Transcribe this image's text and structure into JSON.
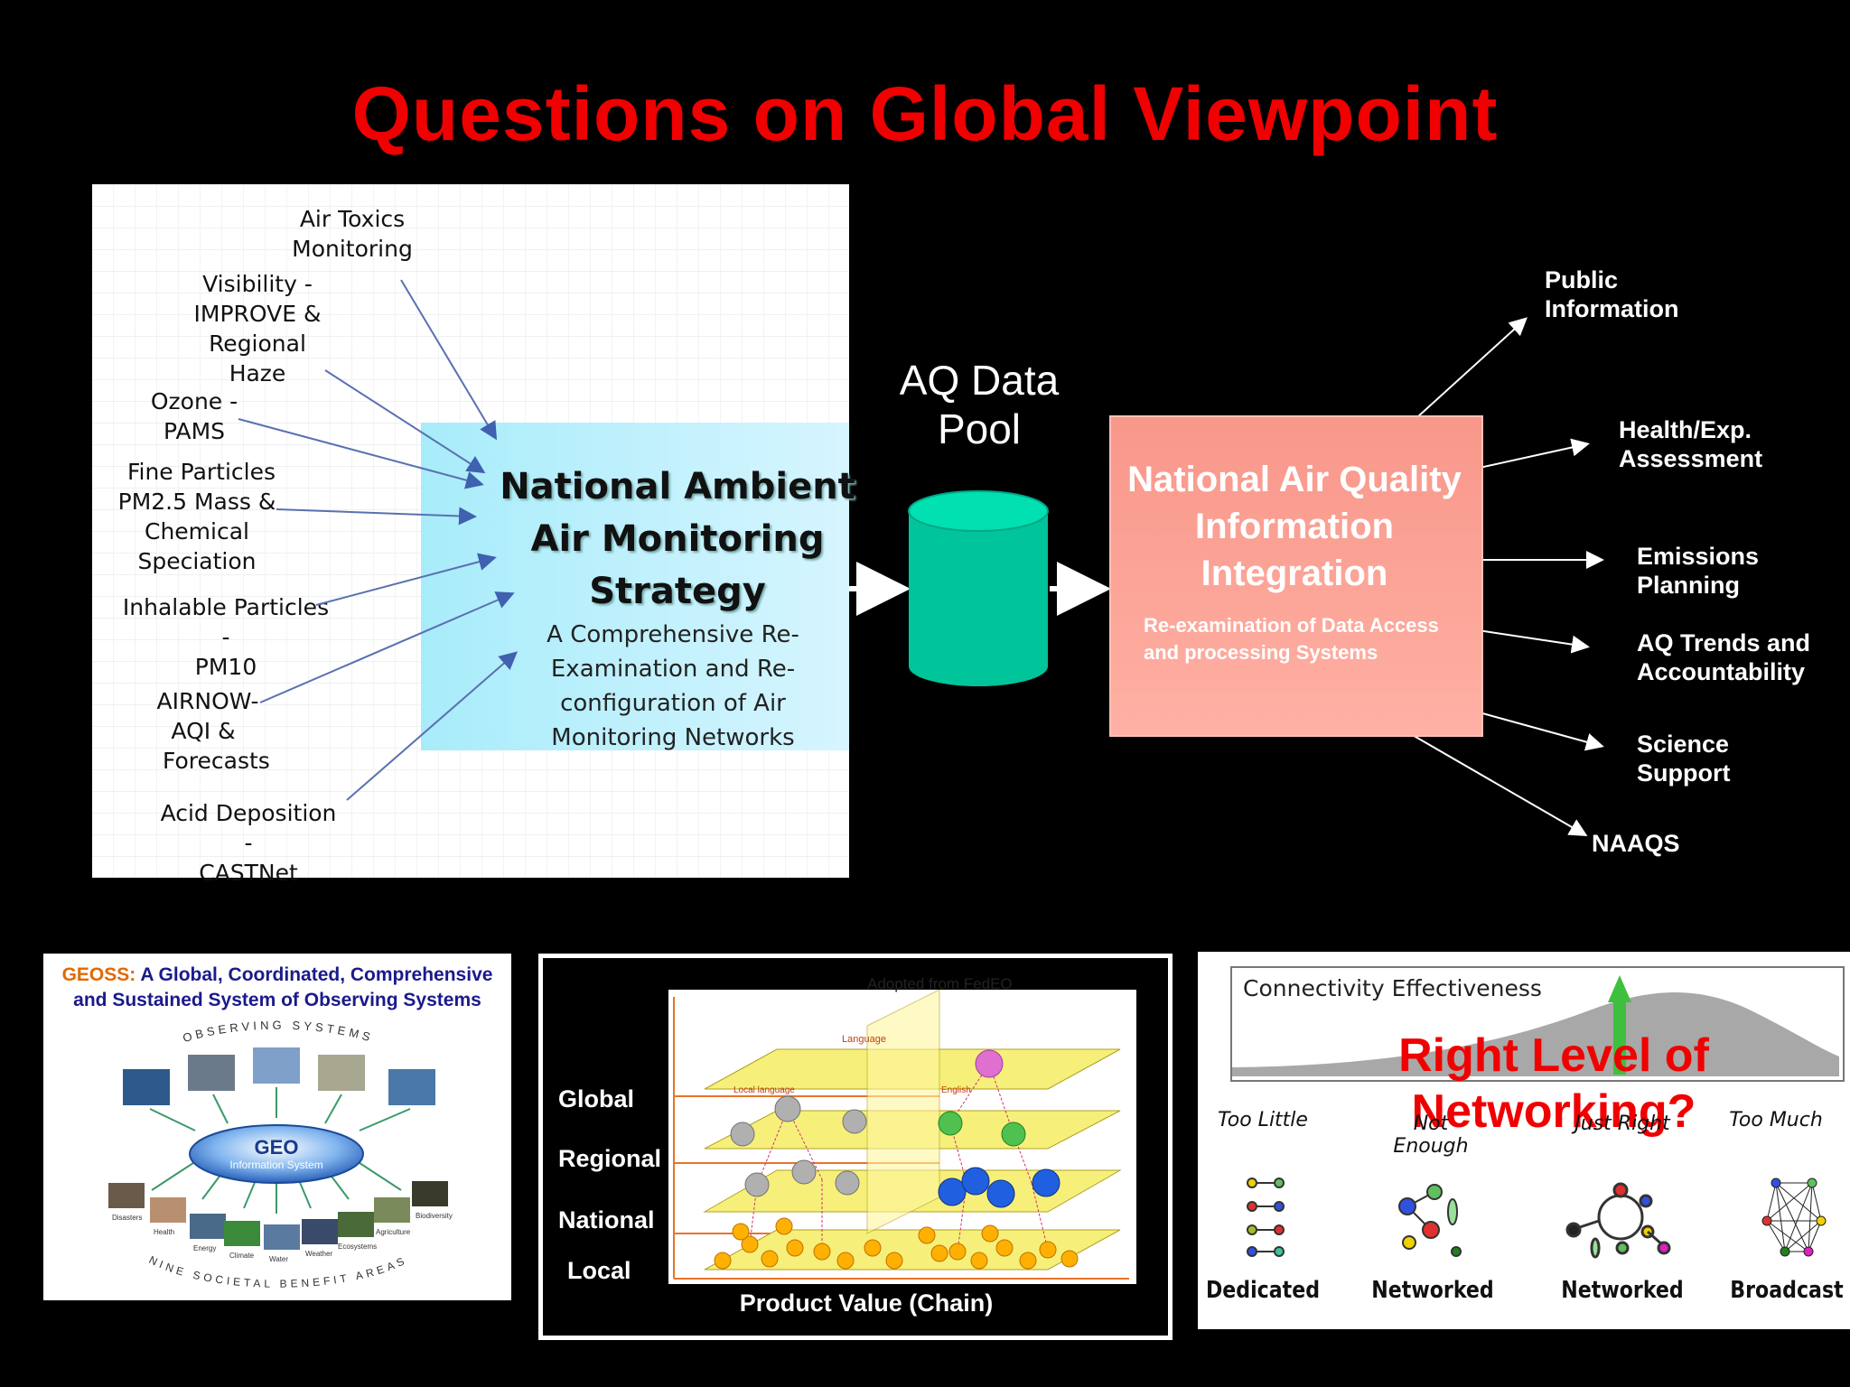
{
  "title": "Questions on Global Viewpoint",
  "monitoring": {
    "sources": [
      {
        "name": "Air Toxics",
        "detail": "Monitoring"
      },
      {
        "name": "Visibility",
        "detail": "IMPROVE & Regional Haze"
      },
      {
        "name": "Ozone",
        "detail": "PAMS"
      },
      {
        "name": "Fine Particles",
        "detail": "PM2.5 Mass & Chemical Speciation"
      },
      {
        "name": "Inhalable Particles",
        "detail": "PM10"
      },
      {
        "name": "AIRNOW",
        "detail": "AQI & Forecasts"
      },
      {
        "name": "Acid Deposition",
        "detail": "CASTNet"
      }
    ],
    "strategy_title": "National Ambient Air Monitoring Strategy",
    "strategy_subtitle": "A Comprehensive Re-Examination and Re-configuration of Air Monitoring Networks"
  },
  "data_pool_label": "AQ Data Pool",
  "integration": {
    "title": "National Air Quality Information Integration",
    "subtitle": "Re-examination of Data Access and processing Systems"
  },
  "outputs": [
    "Public Information",
    "Health/Exp. Assessment",
    "Emissions Planning",
    "AQ Trends and Accountability",
    "Science Support",
    "NAAQS"
  ],
  "geoss": {
    "highlight": "GEOSS:",
    "title": "A Global, Coordinated, Comprehensive and Sustained System of Observing Systems",
    "arc_top": "OBSERVING SYSTEMS",
    "center": "Information System",
    "logo": "GEO",
    "arc_bottom": "NINE SOCIETAL BENEFIT AREAS",
    "areas": [
      "Disasters",
      "Health",
      "Energy",
      "Climate",
      "Water",
      "Weather",
      "Ecosystems",
      "Agriculture",
      "Biodiversity"
    ]
  },
  "chain": {
    "note": "Adopted from FedEO",
    "levels": [
      "Global",
      "Regional",
      "National",
      "Local"
    ],
    "x_label": "Product Value (Chain)",
    "inner_labels": [
      "Language",
      "Local language",
      "English"
    ]
  },
  "networking": {
    "chart_title": "Connectivity Effectiveness",
    "question": "Right Level of Networking?",
    "levels": [
      "Too Little",
      "Not Enough",
      "Just Right",
      "Too Much"
    ],
    "captions": [
      "Dedicated",
      "Networked",
      "Networked",
      "Broadcast"
    ]
  }
}
